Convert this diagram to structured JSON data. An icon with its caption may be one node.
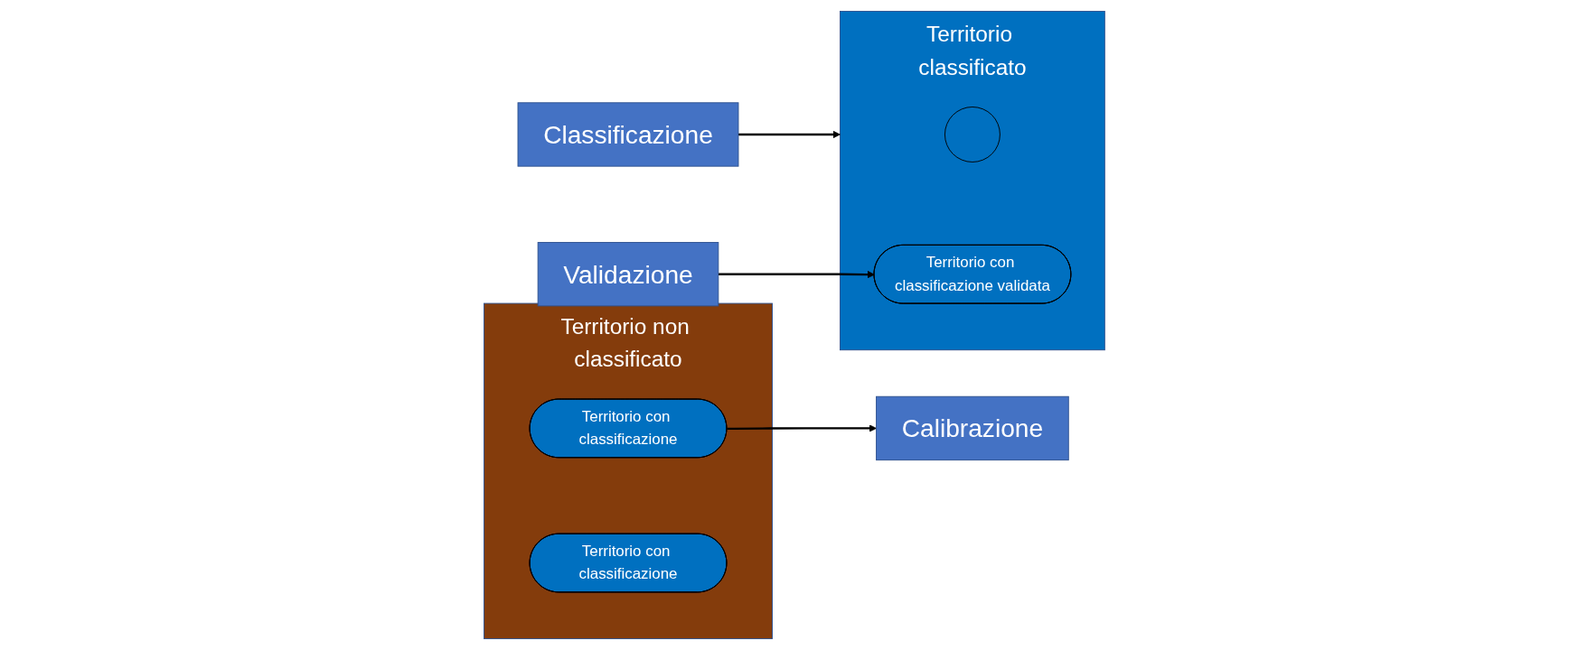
{
  "diagram": {
    "nodes": [
      {
        "text": [
          "Territorio non classificato"
        ]
      },
      {
        "text": [
          "Territorio con classificazione"
        ],
        "in": 0
      },
      {
        "text": [
          "Territorio con classificazione"
        ],
        "in": 0
      },
      {
        "text": [
          "Calibrazione"
        ]
      },
      {
        "text": [
          "Classificazione"
        ]
      },
      {
        "text": [
          "Validazione"
        ]
      },
      {
        "text": [
          "Territorio classificato"
        ]
      },
      {
        "text": [],
        "shape": "circle",
        "in": 6
      },
      {
        "text": [
          "Territorio con classificazione validata"
        ],
        "in": 6
      }
    ],
    "edges": [
      {
        "from": 1,
        "to": 3,
        "arrow": "to"
      },
      {
        "from": 4,
        "to": 6,
        "arrow": "to"
      },
      {
        "from": 5,
        "to": 8,
        "arrow": "to"
      }
    ]
  }
}
